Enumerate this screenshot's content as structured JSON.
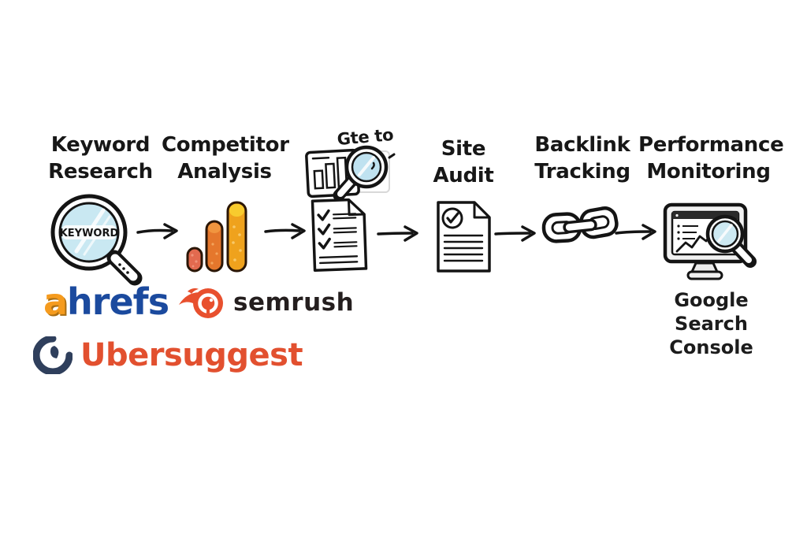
{
  "page": {
    "background": "#ffffff"
  },
  "workflow": {
    "steps": [
      {
        "line1": "Keyword",
        "line2": "Research",
        "icon": "keyword-magnifier-icon",
        "icon_label": "KEYWORD"
      },
      {
        "line1": "Competitor",
        "line2": "Analysis",
        "icon": "bar-chart-icon"
      },
      {
        "label": "Gte to",
        "icon": "report-magnifier-icon"
      },
      {
        "line1": "Site",
        "line2": "Audit",
        "icon": "audit-document-icon"
      },
      {
        "line1": "Backlink",
        "line2": "Tracking",
        "icon": "chain-link-icon"
      },
      {
        "line1": "Performance",
        "line2": "Monitoring",
        "icon": "monitor-magnifier-icon"
      }
    ],
    "arrows": 5
  },
  "tools": {
    "ahrefs": {
      "prefix": "a",
      "rest": "hrefs",
      "prefix_color": "#f59b1e",
      "rest_color": "#1b4a9e"
    },
    "semrush": {
      "label": "semrush",
      "icon": "semrush-flame-icon",
      "icon_color": "#e8502e",
      "text_color": "#241e1e"
    },
    "ubersuggest": {
      "label": "Ubersuggest",
      "icon": "ubersuggest-swirl-icon",
      "icon_color": "#2f3f5c",
      "text_color": "#e2502f"
    },
    "google_search_console": {
      "line1": "Google Search",
      "line2": "Console"
    }
  },
  "colors": {
    "ink": "#171717",
    "lens_blue": "#c9e8f2",
    "bar_small": "#e26a4f",
    "bar_mid": "#e5772c",
    "bar_tall": "#efa21d",
    "bar_tall_cap": "#f8cb2e"
  }
}
